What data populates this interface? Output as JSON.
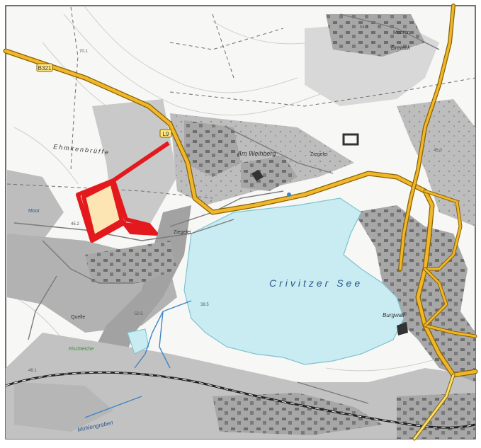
{
  "map": {
    "labels": {
      "lake": "Crivitzer See",
      "field": "Ehmkenbrüffe",
      "hill": "Am Weinberg",
      "north_settlement": "Dreieck",
      "north_settlement_2": "Moorbr.",
      "east_settlement": "Burgwall",
      "meadow": "Fischteiche",
      "south_stream": "Mühlengraben",
      "road_mid": "Ziegelei",
      "west_wood": "Moor",
      "north_lane": "Ziegelei",
      "spring": "Quelle"
    },
    "road_numbers": {
      "main_road": "B321",
      "north_road": "L9"
    },
    "elevations": {
      "e1": "70.1",
      "e2": "54.3",
      "e3": "45.2",
      "e4": "38.5",
      "e5": "48.1",
      "e6": "50.5",
      "e7": "45.0"
    },
    "colors": {
      "lake": "#c8ecf2",
      "road_major": "#f1b72b",
      "site_boundary": "#e3191d",
      "site_fill": "#fde4b3",
      "built_up": "#8c8c8c",
      "forest": "#a9a9a9",
      "railway": "#222222"
    }
  }
}
